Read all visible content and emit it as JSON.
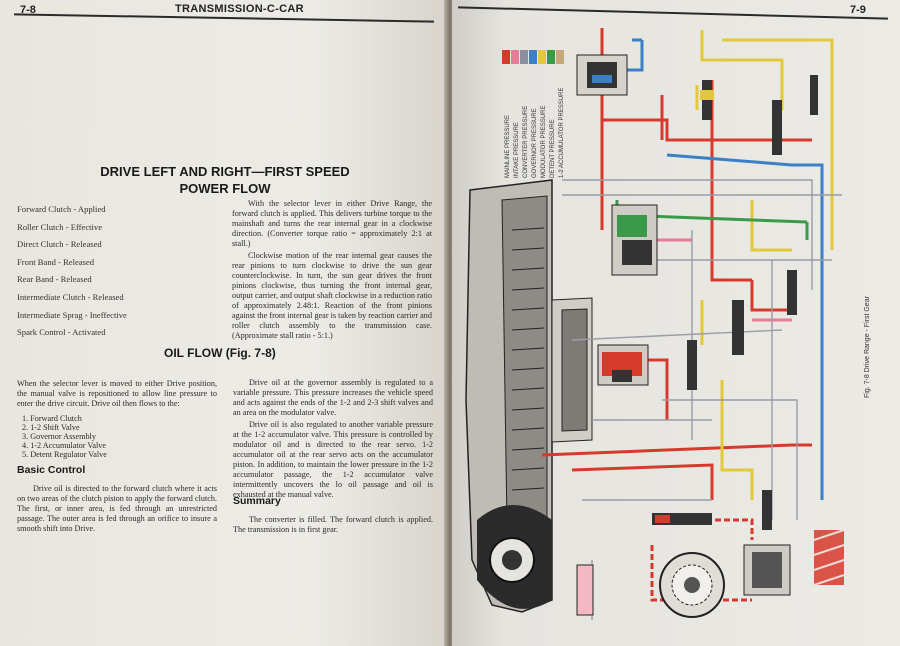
{
  "left_page": {
    "page_number": "7-8",
    "running_header": "TRANSMISSION-C-CAR",
    "section_title_line1": "DRIVE LEFT AND RIGHT—FIRST SPEED",
    "section_title_line2": "POWER FLOW",
    "status_items": [
      "Forward Clutch - Applied",
      "Roller Clutch - Effective",
      "Direct Clutch - Released",
      "Front Band - Released",
      "Rear Band - Released",
      "Intermediate Clutch - Released",
      "Intermediate Sprag - Ineffective",
      "Spark Control - Activated"
    ],
    "power_flow_paragraphs": [
      "With the selector lever in either Drive Range, the forward clutch is applied. This delivers turbine torque to the mainshaft and turns the rear internal gear in a clockwise direction. (Converter torque ratio = approximately 2:1 at stall.)",
      "Clockwise motion of the rear internal gear causes the rear pinions to turn clockwise to drive the sun gear counterclockwise. In turn, the sun gear drives the front pinions clockwise, thus turning the front internal gear, output carrier, and output shaft clockwise in a reduction ratio of approximately 2.48:1. Reaction of the front pinions against the front internal gear is taken by reaction carrier and roller clutch assembly to the transmission case. (Approximate stall ratio - 5:1.)"
    ],
    "oil_flow_title": "OIL FLOW (Fig. 7-8)",
    "oil_flow_intro": "When the selector lever is moved to either Drive position, the manual valve is repositioned to allow line pressure to enter the drive circuit. Drive oil then flows to the:",
    "oil_flow_list": [
      "1.   Forward Clutch",
      "2.   1-2 Shift Valve",
      "3.   Governor Assembly",
      "4.   1-2 Accumulator Valve",
      "5.   Detent Regulator Valve"
    ],
    "basic_control_title": "Basic Control",
    "basic_control_text": "Drive oil is directed to the forward clutch where it acts on two areas of the clutch piston to apply the forward clutch. The first, or inner area, is fed through an unrestricted passage. The outer area is fed through an orifice to insure a smooth shift into Drive.",
    "right_col_paragraphs": [
      "Drive oil at the governor assembly is regulated to a variable pressure. This pressure increases the vehicle speed and acts against the ends of the 1-2 and 2-3 shift valves and an area on the modulator valve.",
      "Drive oil is also regulated to another variable pressure at the 1-2 accumulator valve. This pressure is controlled by modulator oil and is directed to the rear servo. 1-2 accumulator oil at the rear servo acts on the accumulator piston. In addition, to maintain the lower pressure in the 1-2 accumulator passage, the 1-2 accumulator valve intermittently uncovers the lo oil passage and oil is exhausted at the manual valve."
    ],
    "summary_title": "Summary",
    "summary_text": "The converter is filled. The forward clutch is applied. The transmission is in first gear."
  },
  "right_page": {
    "page_number": "7-9",
    "legend_items": [
      "MAINLINE PRESSURE",
      "INTAKE PRESSURE",
      "CONVERTER PRESSURE",
      "GOVERNOR PRESSURE",
      "MODULATOR PRESSURE",
      "DETENT PRESSURE",
      "1-2 ACCUMULATOR PRESSURE"
    ],
    "legend_colors": [
      "#d63a2c",
      "#e87a9a",
      "#8a8fa0",
      "#3b7fc4",
      "#e3c93a",
      "#3a9a4a",
      "#c7a87a"
    ],
    "figure_caption": "Fig. 7-8  Drive Range - First Gear"
  }
}
